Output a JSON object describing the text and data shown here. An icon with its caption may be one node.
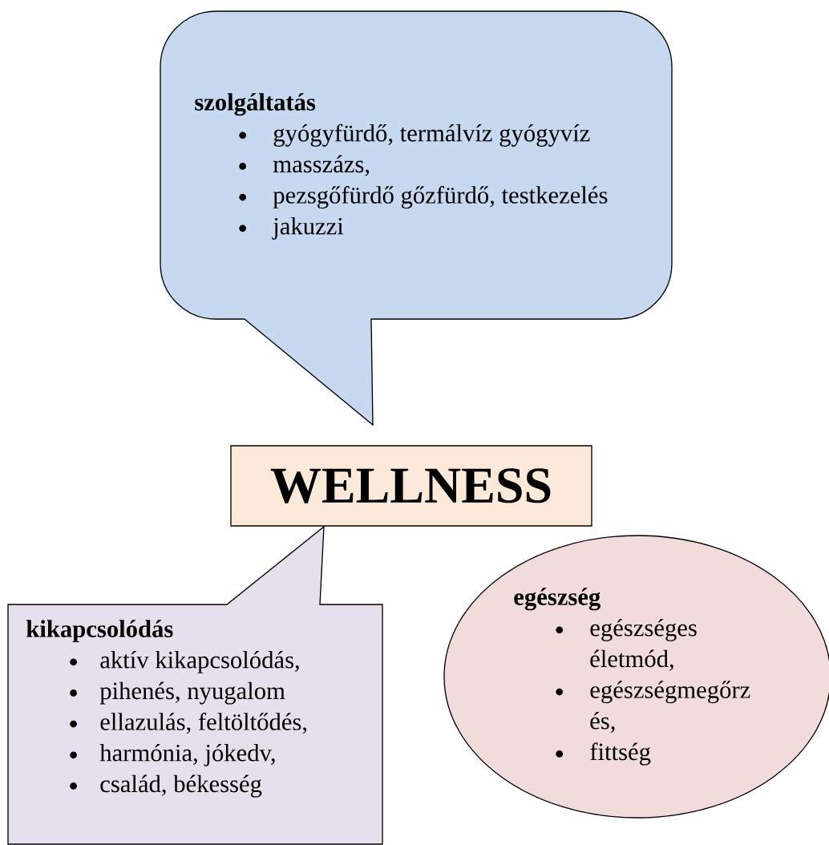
{
  "diagram": {
    "nodes": [
      {
        "text": [
          "szolgáltatás",
          "gyógyfürdő, termálvíz gyógyvíz",
          "masszázs,",
          "pezsgőfürdő gőzfürdő, testkezelés",
          "jakuzzi"
        ]
      },
      {
        "text": [
          "WELLNESS"
        ]
      },
      {
        "text": [
          "kikapcsolódás",
          "aktív kikapcsolódás,",
          "pihenés, nyugalom",
          "ellazulás, feltöltődés,",
          "harmónia, jókedv,",
          "család, békesség"
        ]
      },
      {
        "text": [
          "egészség",
          "egészséges életmód,",
          "egészségmegőrz és,",
          "fittség"
        ]
      }
    ]
  }
}
